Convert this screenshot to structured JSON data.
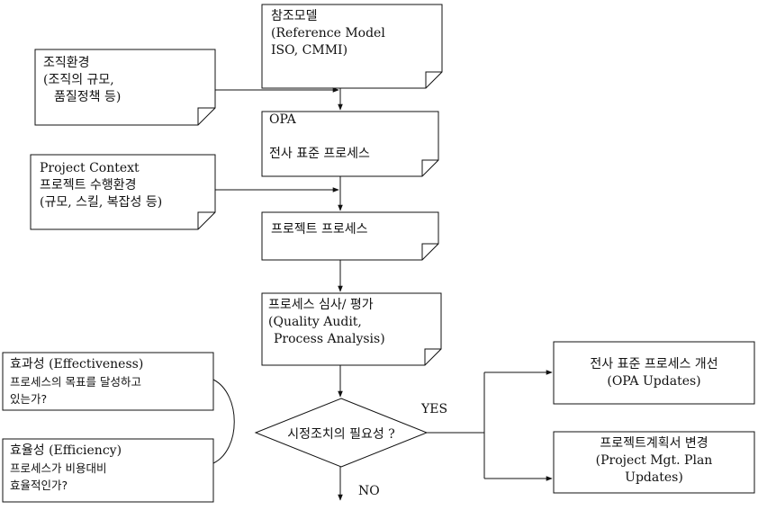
{
  "nodes": {
    "reference_model": {
      "lines": [
        "참조모델",
        "(Reference Model",
        "ISO, CMMI)"
      ]
    },
    "org_environment": {
      "lines": [
        "조직환경",
        "(조직의 규모,",
        "품질정책 등)"
      ]
    },
    "opa": {
      "lines": [
        "OPA",
        "",
        "전사 표준 프로세스"
      ]
    },
    "project_context": {
      "lines": [
        "Project Context",
        "프로젝트 수행환경",
        "(규모, 스킬, 복잡성 등)"
      ]
    },
    "project_process": {
      "lines": [
        "프로젝트 프로세스"
      ]
    },
    "process_audit": {
      "lines": [
        "프로세스 심사/ 평가",
        "(Quality Audit,",
        "Process Analysis)"
      ]
    },
    "effectiveness": {
      "lines": [
        "효과성 (Effectiveness)",
        "프로세스의 목표를 달성하고",
        "있는가?"
      ]
    },
    "efficiency": {
      "lines": [
        "효율성 (Efficiency)",
        "프로세스가 비용대비",
        "효율적인가?"
      ]
    },
    "decision": {
      "label": "시정조치의 필요성 ?"
    },
    "opa_updates": {
      "lines": [
        "전사 표준 프로세스 개선",
        "(OPA Updates)"
      ]
    },
    "plan_updates": {
      "lines": [
        "프로젝트계획서 변경",
        "(Project Mgt. Plan",
        "Updates)"
      ]
    }
  },
  "edge_labels": {
    "yes": "YES",
    "no": "NO"
  }
}
